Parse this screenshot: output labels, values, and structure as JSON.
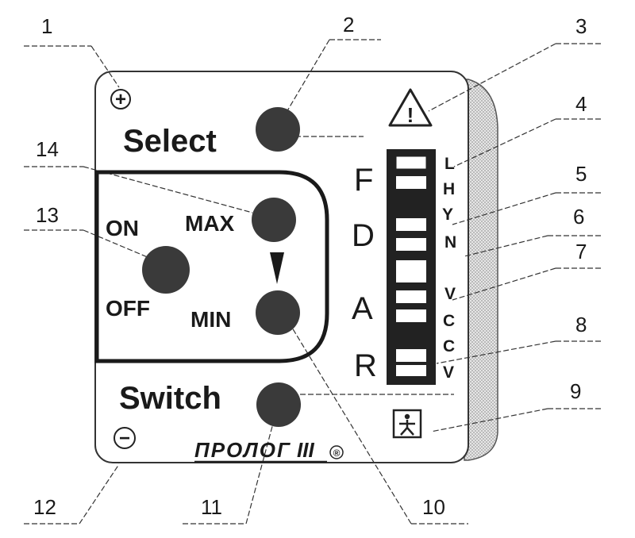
{
  "callouts": [
    "1",
    "2",
    "3",
    "4",
    "5",
    "6",
    "7",
    "8",
    "9",
    "10",
    "11",
    "12",
    "13",
    "14"
  ],
  "panel": {
    "plus_symbol": "+",
    "minus_symbol": "−",
    "warning_symbol": "!",
    "select_label": "Select",
    "switch_label": "Switch",
    "on_label": "ON",
    "off_label": "OFF",
    "max_label": "MAX",
    "min_label": "MIN",
    "brand": "ПРОЛОГ",
    "brand_suffix": "III",
    "registered": "®"
  },
  "indicator": {
    "letters": [
      "F",
      "D",
      "A",
      "R"
    ],
    "codes": [
      "L",
      "H",
      "Y",
      "N",
      "V",
      "C",
      "C",
      "V"
    ]
  },
  "colors": {
    "ink": "#1a1a1a",
    "button": "#3a3a3a",
    "bar": "#222222",
    "edge_shade": "#bdbdbd"
  }
}
